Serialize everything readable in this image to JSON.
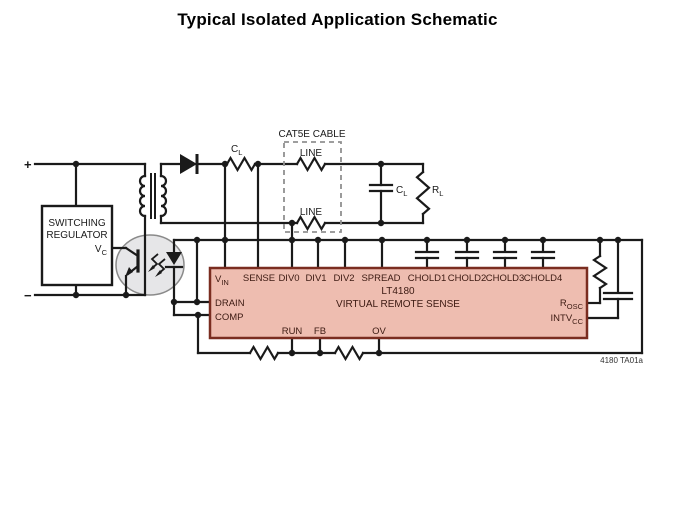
{
  "title": "Typical Isolated Application Schematic",
  "caption": "4180 TA01a",
  "input": {
    "plus": "+",
    "minus": "−"
  },
  "regulator": {
    "line1": "SWITCHING",
    "line2": "REGULATOR",
    "vc_main": "V",
    "vc_sub": "C"
  },
  "cable": {
    "title": "CAT5E CABLE",
    "upper": "LINE",
    "lower": "LINE"
  },
  "series_cap": {
    "main": "C",
    "sub": "L"
  },
  "load": {
    "cap_main": "C",
    "cap_sub": "L",
    "res_main": "R",
    "res_sub": "L"
  },
  "chip": {
    "name": "LT4180",
    "subtitle": "VIRTUAL REMOTE SENSE",
    "pin_vin_main": "V",
    "pin_vin_sub": "IN",
    "top_pins": [
      "SENSE",
      "DIV0",
      "DIV1",
      "DIV2",
      "SPREAD",
      "CHOLD1",
      "CHOLD2",
      "CHOLD3",
      "CHOLD4"
    ],
    "left_pins": [
      "DRAIN",
      "COMP"
    ],
    "bottom_pins": [
      "RUN",
      "FB",
      "OV"
    ],
    "pin_rosc_main": "R",
    "pin_rosc_sub": "OSC",
    "pin_intvcc_main": "INTV",
    "pin_intvcc_sub": "CC"
  },
  "colors": {
    "wire": "#1a1a1a",
    "chip_fill": "#eebdb0",
    "chip_border": "#7a2d20",
    "chip_text": "#3c1a12",
    "opto_fill": "#e6e6e8",
    "dash_box": "#909090"
  }
}
